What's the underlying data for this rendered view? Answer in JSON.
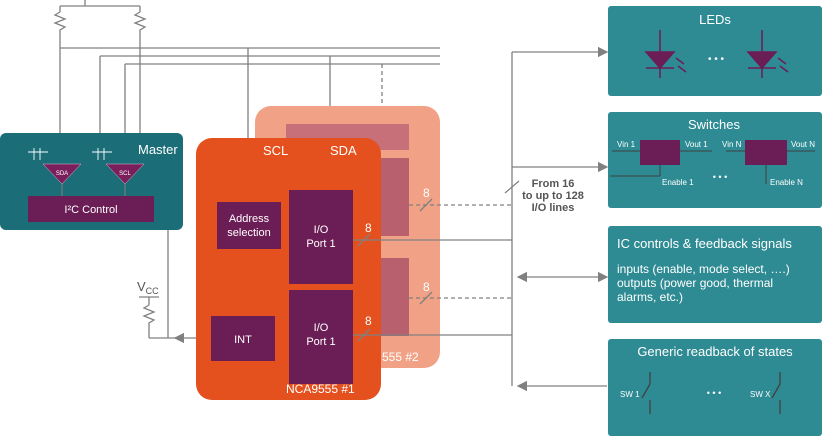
{
  "master": {
    "label": "Master",
    "sda_tag": "SDA",
    "scl_tag": "SCL",
    "control_label": "I²C Control"
  },
  "vcc": {
    "label": "V",
    "sub": "CC"
  },
  "chip1": {
    "name": "NCA9555 #1",
    "scl": "SCL",
    "sda": "SDA",
    "address": "Address selection",
    "port_top": "I/O Port 1",
    "port_bottom": "I/O Port 1",
    "int": "INT",
    "bus_width_top": "8",
    "bus_width_bottom": "8"
  },
  "chip2": {
    "name_partial": "555 #2",
    "bus_width_top": "8",
    "bus_width_bottom": "8"
  },
  "io_lines": {
    "line1": "From 16",
    "line2": "to up to 128",
    "line3": "I/O lines"
  },
  "panels": {
    "leds": {
      "title": "LEDs",
      "ellipsis": "• • •"
    },
    "switches": {
      "title": "Switches",
      "vin1": "Vin 1",
      "vout1": "Vout 1",
      "vinN": "Vin N",
      "voutN": "Vout N",
      "enable1": "Enable 1",
      "enableN": "Enable N",
      "ellipsis": "• • •"
    },
    "ic": {
      "title": "IC controls & feedback signals",
      "line1": "inputs (enable, mode select, ….)",
      "line2": "outputs (power good, thermal",
      "line3": "alarms, etc.)"
    },
    "readback": {
      "title": "Generic readback of states",
      "sw1": "SW 1",
      "swx": "SW X",
      "ellipsis": "• • •"
    }
  },
  "colors": {
    "teal": "#2e8b93",
    "master_teal": "#1b6d78",
    "chip_orange": "#e5501f",
    "chip_pink": "#f1a286",
    "purple": "#6b1d55",
    "line": "#808080"
  }
}
